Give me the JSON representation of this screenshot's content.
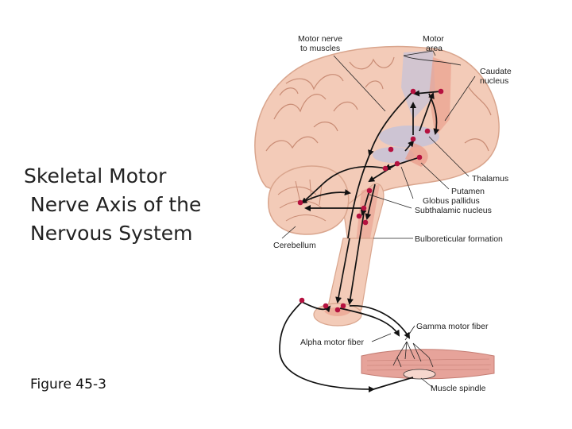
{
  "slide": {
    "title_lines": [
      "Skeletal Motor",
      "Nerve Axis of the",
      "Nervous System"
    ],
    "caption": "Figure 45-3"
  },
  "figure": {
    "labels": {
      "motor_nerve_1": "Motor nerve",
      "motor_nerve_2": "to muscles",
      "motor_area_1": "Motor",
      "motor_area_2": "area",
      "caudate_1": "Caudate",
      "caudate_2": "nucleus",
      "thalamus": "Thalamus",
      "putamen": "Putamen",
      "globus": "Globus pallidus",
      "subthalamic": "Subthalamic nucleus",
      "bulbo": "Bulboreticular formation",
      "cerebellum": "Cerebellum",
      "gamma": "Gamma motor fiber",
      "alpha": "Alpha motor fiber",
      "spindle": "Muscle spindle"
    },
    "colors": {
      "brain": "#f3cbb8",
      "brain_outline": "#d9a58d",
      "gyri": "#c98c75",
      "motor_strip": "#c9c3d6",
      "highlight": "#ea9f8d",
      "nucleus": "#b5113f",
      "pathway": "#111111",
      "muscle": "#e6a39a"
    }
  }
}
